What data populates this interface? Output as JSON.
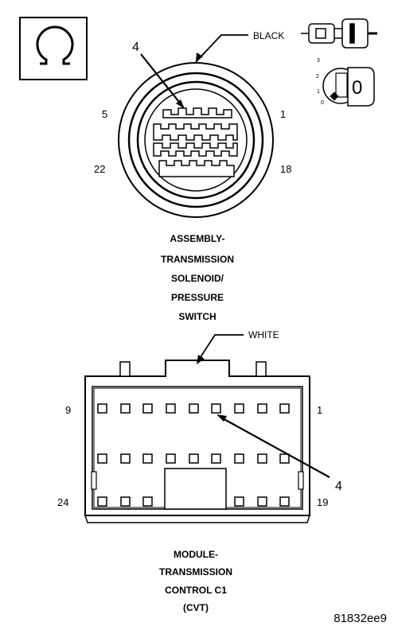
{
  "connector1": {
    "wire_color": "BLACK",
    "pin_labels": {
      "top_left": "5",
      "top_right": "1",
      "bottom_left": "22",
      "bottom_right": "18"
    },
    "callout": "4",
    "title_lines": [
      "ASSEMBLY-",
      "TRANSMISSION",
      "SOLENOID/",
      "PRESSURE",
      "SWITCH"
    ],
    "key_icon": {
      "positions": [
        "3",
        "2",
        "1",
        "0"
      ],
      "key_label": "0"
    },
    "meter_symbol": "Ω"
  },
  "connector2": {
    "wire_color": "WHITE",
    "pin_labels": {
      "top_left": "9",
      "top_right": "1",
      "bottom_left": "24",
      "bottom_right": "19"
    },
    "callout": "4",
    "title_lines": [
      "MODULE-",
      "TRANSMISSION",
      "CONTROL C1",
      "(CVT)"
    ]
  },
  "figure_code": "81832ee9"
}
